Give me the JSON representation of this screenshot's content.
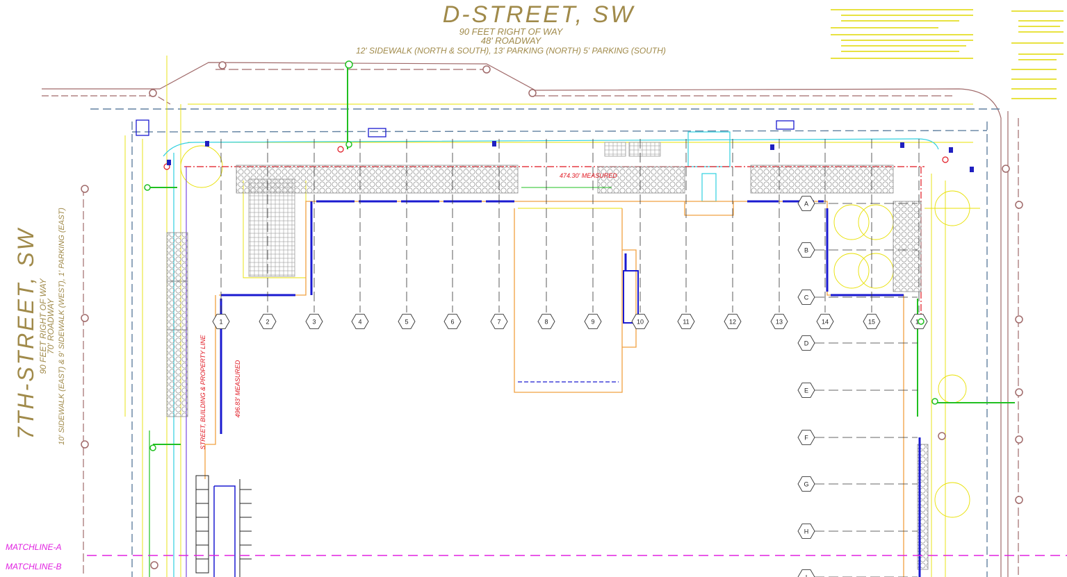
{
  "drawing": {
    "street_north": {
      "name": "D-STREET, SW",
      "row": "90 FEET RIGHT OF WAY",
      "roadway": "48' ROADWAY",
      "detail": "12' SIDEWALK (NORTH & SOUTH), 13' PARKING (NORTH) 5' PARKING (SOUTH)"
    },
    "street_west": {
      "name": "7TH-STREET, SW",
      "row": "90 FEET RIGHT OF WAY",
      "roadway": "70' ROADWAY",
      "detail": "10' SIDEWALK (EAST) & 9' SIDEWALK (WEST), 1' PARKING (EAST)"
    },
    "measurements": {
      "north": "474.30' MEASURED",
      "west": "496.83' MEASURED",
      "west_line": "STREET, BUILDING & PROPERTY LINE"
    },
    "matchlines": [
      "MATCHLINE-A",
      "MATCHLINE-B"
    ],
    "grid_numbers": [
      "1",
      "2",
      "3",
      "4",
      "5",
      "6",
      "7",
      "8",
      "9",
      "10",
      "11",
      "12",
      "13",
      "14",
      "15",
      "16"
    ],
    "grid_letters": [
      "A",
      "B",
      "C",
      "D",
      "E",
      "F",
      "G",
      "H",
      "I"
    ],
    "colors": {
      "title": "#a08a4a",
      "property_line": "#e0141e",
      "matchline": "#e020e0",
      "building_wall": "#1a1ad0",
      "utility_green": "#20c020",
      "utility_yellow": "#e8e000",
      "curb_brown": "#a06a6a",
      "water_cyan": "#30d0e0",
      "blue_dashed": "#6080a0"
    }
  }
}
